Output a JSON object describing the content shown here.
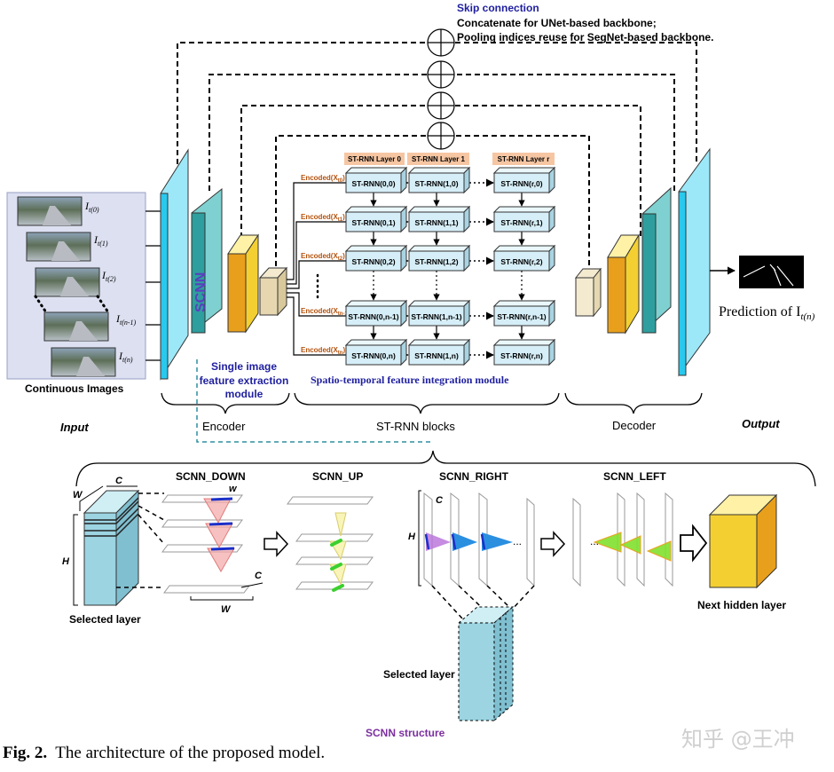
{
  "skip": {
    "title": "Skip connection",
    "line1": "Concatenate for UNet-based backbone;",
    "line2": "Pooling indices reuse for SegNet-based backbone."
  },
  "input": {
    "caption": "Continuous Images",
    "frames": [
      "I",
      "I",
      "I",
      "I",
      "I"
    ],
    "frame_subs": [
      "t(0)",
      "t(1)",
      "t(2)",
      "t(n-1)",
      "t(n)"
    ],
    "section": "Input"
  },
  "encoder": {
    "scnn_label": "SCNN",
    "module": [
      "Single image",
      "feature extraction",
      "module"
    ],
    "section": "Encoder"
  },
  "strnn": {
    "layer_headers": [
      "ST-RNN Layer 0",
      "ST-RNN Layer 1",
      "ST-RNN Layer r"
    ],
    "encoded": [
      "Encoded(X",
      "Encoded(X",
      "Encoded(X",
      "Encoded(X",
      "Encoded(X"
    ],
    "encoded_subs": [
      "t0",
      "t1",
      "t2",
      "tn-1",
      "tn"
    ],
    "cells": [
      [
        "ST-RNN(0,0)",
        "ST-RNN(1,0)",
        "ST-RNN(r,0)"
      ],
      [
        "ST-RNN(0,1)",
        "ST-RNN(1,1)",
        "ST-RNN(r,1)"
      ],
      [
        "ST-RNN(0,2)",
        "ST-RNN(1,2)",
        "ST-RNN(r,2)"
      ],
      [
        "ST-RNN(0,n-1)",
        "ST-RNN(1,n-1)",
        "ST-RNN(r,n-1)"
      ],
      [
        "ST-RNN(0,n)",
        "ST-RNN(1,n)",
        "ST-RNN(r,n)"
      ]
    ],
    "module": "Spatio-temporal feature integration module",
    "section": "ST-RNN blocks"
  },
  "decoder": {
    "section": "Decoder"
  },
  "output": {
    "prediction": "Prediction of I",
    "prediction_sub": "t(n)",
    "section": "Output"
  },
  "scnn_detail": {
    "selected_left": "Selected layer",
    "down": "SCNN_DOWN",
    "up": "SCNN_UP",
    "right": "SCNN_RIGHT",
    "left": "SCNN_LEFT",
    "next_hidden": "Next hidden layer",
    "selected_bottom": "Selected layer",
    "structure": "SCNN structure",
    "dims": {
      "w_upper": "W",
      "c_upper": "C",
      "h_upper": "H",
      "w_lower": "w",
      "c_right": "C",
      "h_right": "H"
    }
  },
  "caption": {
    "fig": "Fig. 2.",
    "text": "  The architecture of the proposed model."
  },
  "watermark": "知乎 @王冲",
  "colors": {
    "cyan": "#29c9ee",
    "teal": "#2f9e9e",
    "yellow": "#f3cf32",
    "orange": "#e8a01c",
    "beige": "#e6d7b0",
    "cell": "#d6eef7",
    "header": "#f6c6a3",
    "encoded_text": "#b5520d",
    "module_text": "#1f1f9f",
    "structure_text": "#7b2f9f"
  }
}
